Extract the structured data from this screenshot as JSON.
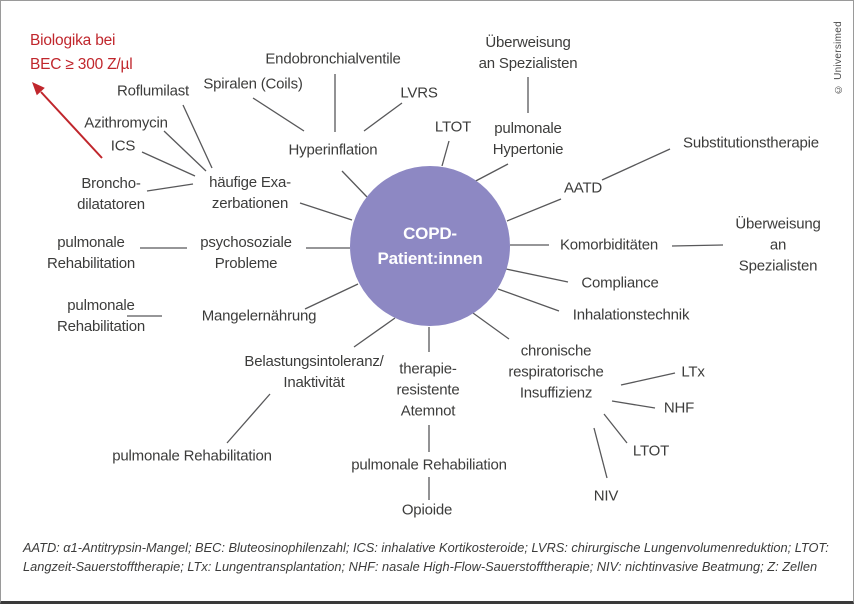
{
  "colors": {
    "accent_red": "#c0262c",
    "circle_purple": "#8d88c3",
    "connector_gray": "#58585a",
    "text_dark": "#3c3c3b"
  },
  "arrow_note": {
    "text": "Biologika bei\nBEC ≥ 300 Z/µl"
  },
  "center": {
    "label": "COPD-\nPatient:innen"
  },
  "nodes": {
    "roflumilast": "Roflumilast",
    "azithromycin": "Azithromycin",
    "ics": "ICS",
    "bronchodilatatoren": "Broncho-\ndilatatoren",
    "haeufige_exazerbationen": "häufige Exa-\nzerbationen",
    "spiralen_coils": "Spiralen (Coils)",
    "endobronchialventile": "Endobronchialventile",
    "lvrs": "LVRS",
    "hyperinflation": "Hyperinflation",
    "ltot_oben": "LTOT",
    "ueberweisung_oben": "Überweisung\nan Spezialisten",
    "pulmonale_hypertonie": "pulmonale\nHypertonie",
    "aatd": "AATD",
    "substitutionstherapie": "Substitutionstherapie",
    "komorbiditaeten": "Komorbiditäten",
    "ueberweisung_rechts": "Überweisung\nan Spezialisten",
    "compliance": "Compliance",
    "inhalationstechnik": "Inhalationstechnik",
    "chronische_respiratorische_insuffizienz": "chronische\nrespiratorische\nInsuffizienz",
    "ltx": "LTx",
    "nhf": "NHF",
    "ltot_unten": "LTOT",
    "niv": "NIV",
    "therapieresistente_atemnot": "therapie-\nresistente\nAtemnot",
    "pulmonale_rehabiliation_mitte": "pulmonale Rehabiliation",
    "opioide": "Opioide",
    "belastungsintoleranz": "Belastungsintoleranz/\nInaktivität",
    "pulmonale_rehabilitation_unten": "pulmonale Rehabilitation",
    "psychosoziale_probleme": "psychosoziale\nProbleme",
    "pulmonale_rehabilitation_links_oben": "pulmonale\nRehabilitation",
    "mangelernaehrung": "Mangelernährung",
    "pulmonale_rehabilitation_links_unten": "pulmonale\nRehabilitation"
  },
  "footer": {
    "text": "AATD: α1-Antitrypsin-Mangel; BEC: Bluteosinophilenzahl; ICS: inhalative Kortikosteroide; LVRS: chirurgische Lungenvolumenreduktion; LTOT:\nLangzeit-Sauerstofftherapie; LTx: Lungentransplantation; NHF: nasale High-Flow-Sauerstofftherapie; NIV: nichtinvasive Beatmung; Z: Zellen"
  },
  "credit": "© Universimed"
}
